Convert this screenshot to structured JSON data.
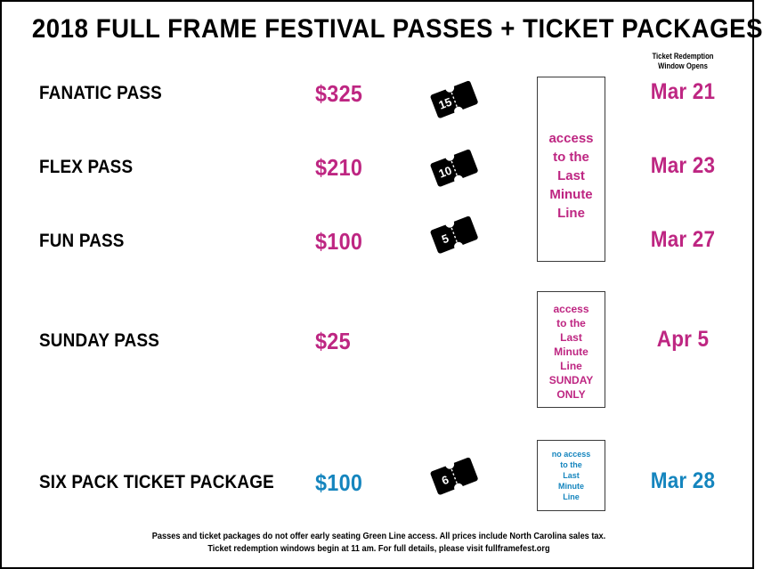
{
  "poster": {
    "title": "2018 FULL FRAME FESTIVAL PASSES + TICKET PACKAGES",
    "colors": {
      "magenta": "#BE2682",
      "blue": "#1585BE",
      "black": "#000000",
      "background": "#FFFFFF"
    }
  },
  "columns": {
    "redemption_header_line1": "Ticket Redemption",
    "redemption_header_line2": "Window Opens"
  },
  "rows": [
    {
      "name": "FANATIC PASS",
      "price": "$325",
      "ticket_count": "15",
      "date": "Mar 21",
      "color": "magenta"
    },
    {
      "name": "FLEX PASS",
      "price": "$210",
      "ticket_count": "10",
      "date": "Mar 23",
      "color": "magenta"
    },
    {
      "name": "FUN PASS",
      "price": "$100",
      "ticket_count": "5",
      "date": "Mar 27",
      "color": "magenta"
    },
    {
      "name": "SUNDAY PASS",
      "price": "$25",
      "ticket_count": "",
      "date": "Apr 5",
      "color": "magenta"
    },
    {
      "name": "SIX PACK TICKET PACKAGE",
      "price": "$100",
      "ticket_count": "6",
      "date": "Mar 28",
      "color": "blue"
    }
  ],
  "access_boxes": {
    "fanatic_group": {
      "line1": "access",
      "line2": "to the",
      "line3": "Last",
      "line4": "Minute",
      "line5": "Line"
    },
    "sunday": {
      "line1": "access",
      "line2": "to the",
      "line3": "Last",
      "line4": "Minute",
      "line5": "Line",
      "line6": "SUNDAY",
      "line7": "ONLY"
    },
    "sixpack": {
      "line1": "no access",
      "line2": "to the",
      "line3": "Last",
      "line4": "Minute",
      "line5": "Line"
    }
  },
  "footer": {
    "line1": "Passes and ticket packages do not offer early seating Green Line access. All prices include North Carolina sales tax.",
    "line2": "Ticket redemption windows begin at 11 am. For full details, please visit fullframefest.org"
  }
}
